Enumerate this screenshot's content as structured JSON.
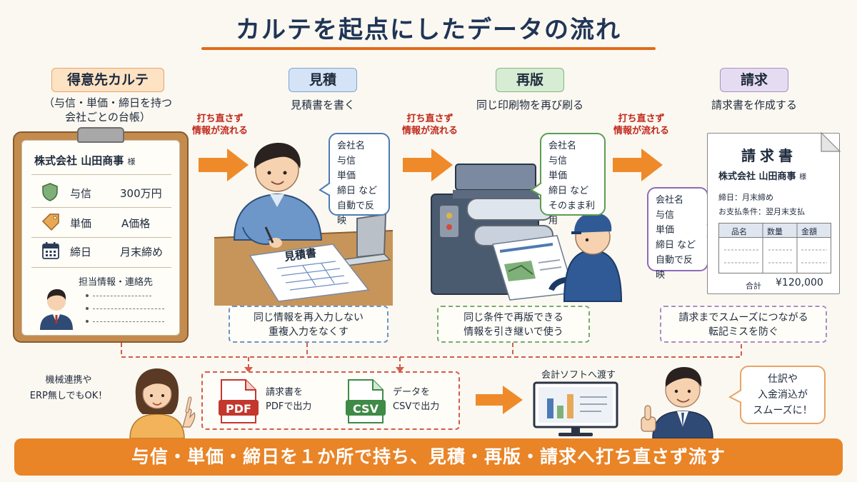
{
  "title": "カルテを起点にしたデータの流れ",
  "stages": [
    {
      "tag": "得意先カルテ",
      "sub_lines": [
        "（与信・単価・締日を持つ",
        "会社ごとの台帳）"
      ]
    },
    {
      "tag": "見積",
      "sub_lines": [
        "見積書を書く"
      ]
    },
    {
      "tag": "再版",
      "sub_lines": [
        "同じ印刷物を再び刷る"
      ]
    },
    {
      "tag": "請求",
      "sub_lines": [
        "請求書を作成する"
      ]
    }
  ],
  "flow_label_lines": [
    "打ち直さず",
    "情報が流れる"
  ],
  "karte": {
    "company": "株式会社 山田商事",
    "honorific": "様",
    "rows": [
      {
        "label": "与信",
        "value": "300万円",
        "icon": "shield-icon"
      },
      {
        "label": "単価",
        "value": "A価格",
        "icon": "price-tag-icon"
      },
      {
        "label": "締日",
        "value": "月末締め",
        "icon": "calendar-icon"
      }
    ],
    "contact": "担当情報・連絡先"
  },
  "estimate": {
    "doc_title": "見積書",
    "bubble_lines": [
      "会社名",
      "与信",
      "単価",
      "締日 など",
      "自動で反映"
    ],
    "note_lines": [
      "同じ情報を再入力しない",
      "重複入力をなくす"
    ]
  },
  "reprint": {
    "bubble_lines": [
      "会社名",
      "与信",
      "単価",
      "締日 など",
      "そのまま利用"
    ],
    "note_lines": [
      "同じ条件で再版できる",
      "情報を引き継いで使う"
    ]
  },
  "billing": {
    "bubble_lines": [
      "会社名",
      "与信",
      "単価",
      "締日 など",
      "自動で反映"
    ],
    "note_lines": [
      "請求までスムーズにつながる",
      "転記ミスを防ぐ"
    ],
    "invoice": {
      "title": "請求書",
      "company": "株式会社 山田商事",
      "honorific": "様",
      "closing": "締日：月末締め",
      "payment": "お支払条件：翌月末支払",
      "headers": [
        "品名",
        "数量",
        "金額"
      ],
      "total_label": "合計",
      "total_value": "¥120,000"
    }
  },
  "outputs": {
    "pdf": {
      "badge": "PDF",
      "lines": [
        "請求書を",
        "PDFで出力"
      ]
    },
    "csv": {
      "badge": "CSV",
      "lines": [
        "データを",
        "CSVで出力"
      ]
    }
  },
  "left_note_lines": [
    "機械連携や",
    "ERP無しでもOK！"
  ],
  "accounting_label": "会計ソフトへ渡す",
  "right_bubble_lines": [
    "仕訳や",
    "入金消込が",
    "スムーズに！"
  ],
  "banner": "与信・単価・締日を１か所で持ち、見積・再版・請求へ打ち直さず流す",
  "colors": {
    "accent": "#e98427",
    "title": "#1f3556",
    "flow_red": "#c0281c",
    "estimate_blue": "#4d7ab5",
    "reprint_green": "#5d9d52",
    "billing_purple": "#8e6ab9"
  }
}
